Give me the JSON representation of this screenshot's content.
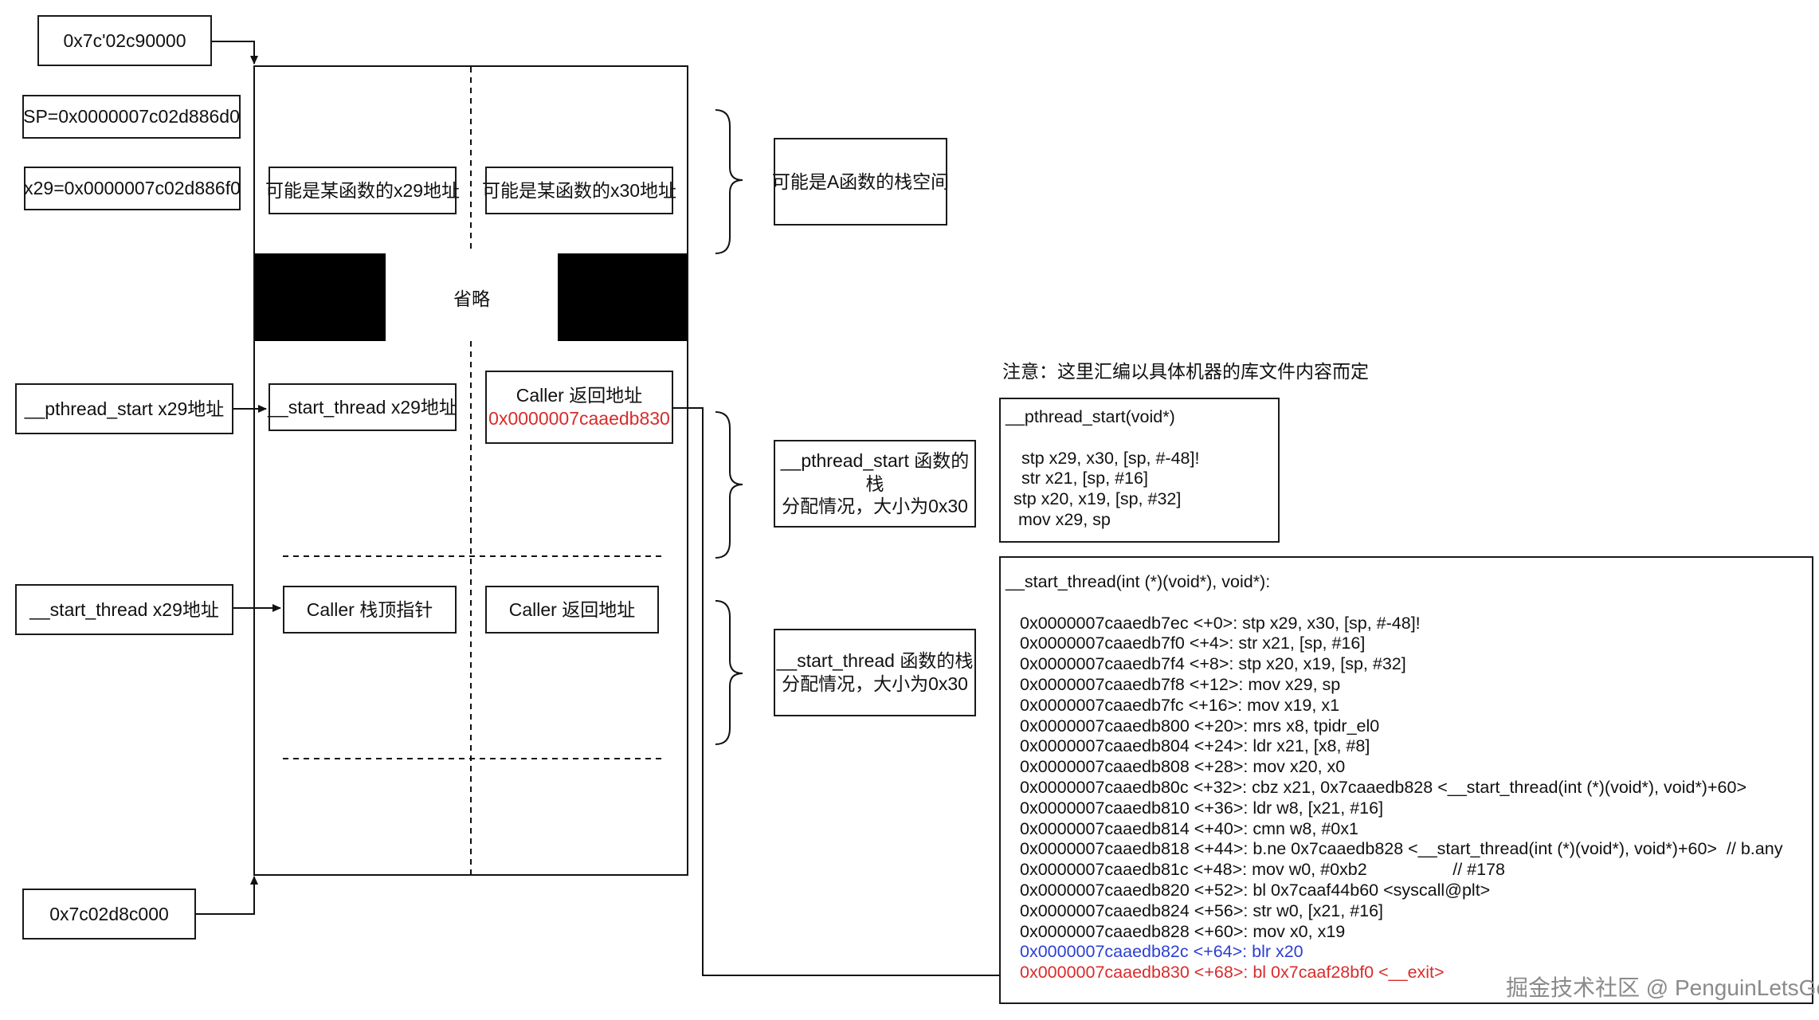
{
  "addresses": {
    "top_address": "0x7c'02c90000",
    "sp": "SP=0x0000007c02d886d0",
    "x29": "x29=0x0000007c02d886f0",
    "bottom_address": "0x7c02d8c000"
  },
  "stack": {
    "cell_x29": "可能是某函数的x29地址",
    "cell_x30": "可能是某函数的x30地址",
    "omitted": "省略",
    "start_thread_x29": "__start_thread  x29地址",
    "caller_return_label": "Caller 返回地址",
    "caller_return_value": "0x0000007caaedb830",
    "caller_sp": "Caller 栈顶指针",
    "caller_return_label2": "Caller 返回地址"
  },
  "left_labels": {
    "pthread_start_x29": "__pthread_start  x29地址",
    "start_thread_x29": "__start_thread  x29地址"
  },
  "right_labels": {
    "func_a_stack": "可能是A函数的栈空间",
    "pthread_stack_line1": "__pthread_start 函数的栈",
    "pthread_stack_line2": "分配情况，大小为0x30",
    "start_thread_stack_line1": "__start_thread 函数的栈",
    "start_thread_stack_line2": "分配情况，大小为0x30"
  },
  "note": "注意：这里汇编以具体机器的库文件内容而定",
  "pthread_code": {
    "title": "__pthread_start(void*)",
    "lines": [
      " stp x29, x30, [sp, #-48]!",
      " str x21, [sp, #16]",
      "stp x20, x19, [sp, #32]",
      " mov x29, sp"
    ]
  },
  "start_thread_code": {
    "title": "__start_thread(int (*)(void*), void*):",
    "lines": [
      "0x0000007caaedb7ec <+0>: stp x29, x30, [sp, #-48]!",
      "0x0000007caaedb7f0 <+4>: str x21, [sp, #16]",
      "0x0000007caaedb7f4 <+8>: stp x20, x19, [sp, #32]",
      "0x0000007caaedb7f8 <+12>: mov x29, sp",
      "0x0000007caaedb7fc <+16>: mov x19, x1",
      "0x0000007caaedb800 <+20>: mrs x8, tpidr_el0",
      "0x0000007caaedb804 <+24>: ldr x21, [x8, #8]",
      "0x0000007caaedb808 <+28>: mov x20, x0",
      "0x0000007caaedb80c <+32>: cbz x21, 0x7caaedb828 <__start_thread(int (*)(void*), void*)+60>",
      "0x0000007caaedb810 <+36>: ldr w8, [x21, #16]",
      "0x0000007caaedb814 <+40>: cmn w8, #0x1",
      "0x0000007caaedb818 <+44>: b.ne 0x7caaedb828 <__start_thread(int (*)(void*), void*)+60>  // b.any",
      "0x0000007caaedb81c <+48>: mov w0, #0xb2                  // #178",
      "0x0000007caaedb820 <+52>: bl 0x7caaf44b60 <syscall@plt>",
      "0x0000007caaedb824 <+56>: str w0, [x21, #16]",
      "0x0000007caaedb828 <+60>: mov x0, x19"
    ],
    "line_blr": "0x0000007caaedb82c <+64>: blr x20",
    "line_exit": "0x0000007caaedb830 <+68>: bl 0x7caaf28bf0 <__exit>"
  },
  "watermark": "掘金技术社区 @ PenguinLetsGo",
  "colors": {
    "highlight_red": "#d92b2b",
    "highlight_blue": "#2a3fd4",
    "block_black": "#000000"
  }
}
